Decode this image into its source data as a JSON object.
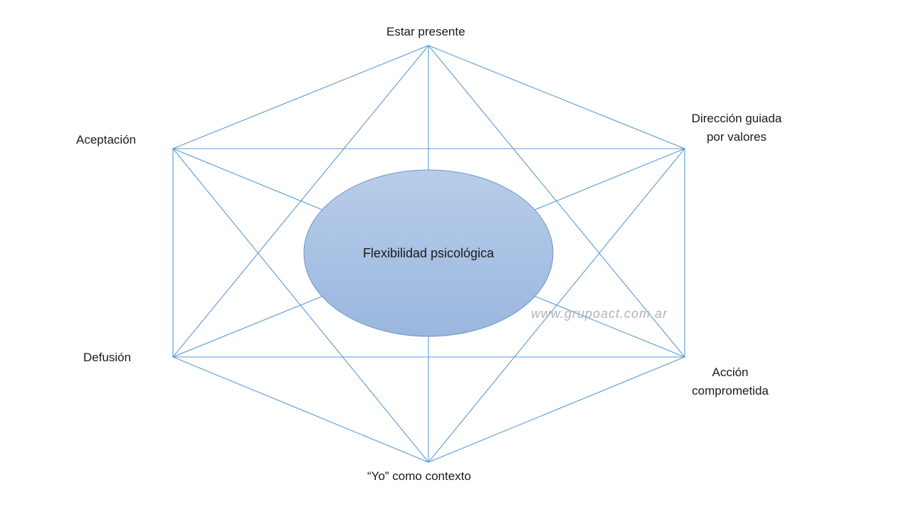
{
  "center": {
    "label": "Flexibilidad psicológica",
    "fill_top": "#b8cde8",
    "fill_bottom": "#9ab7df",
    "stroke": "#6f93c6"
  },
  "nodes": {
    "top": "Estar presente",
    "top_right": "Dirección guiada por valores",
    "top_left": "Aceptación",
    "bottom_left": "Defusión",
    "bottom_right": "Acción comprometida",
    "bottom": "“Yo” como contexto"
  },
  "watermark": "www.grupoact.com.ar",
  "colors": {
    "line": "#5b9bd5",
    "text": "#1a1a1a",
    "watermark": "#b3b3b3"
  }
}
